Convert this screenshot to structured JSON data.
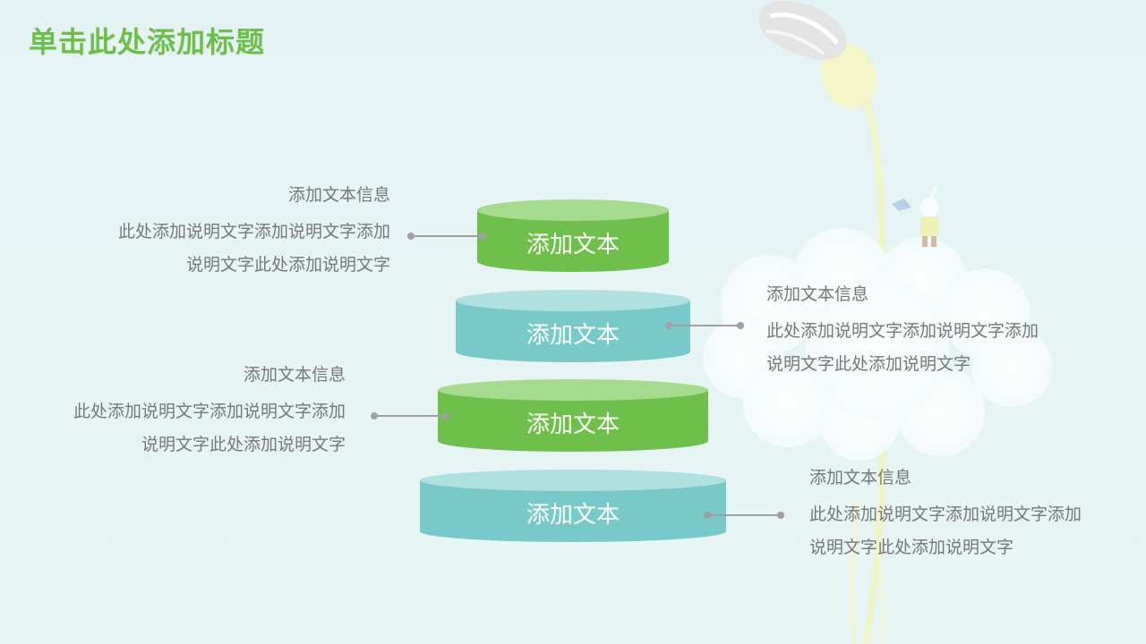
{
  "title": "单击此处添加标题",
  "colors": {
    "title": "#6cc04a",
    "green_body": "#6ec04a",
    "green_top": "#a6da8e",
    "teal_body": "#78c9c9",
    "teal_top": "#b0e0e0",
    "text": "#777777",
    "connector": "#a0a0a0"
  },
  "layers": [
    {
      "label": "添加文本",
      "style": "green"
    },
    {
      "label": "添加文本",
      "style": "teal"
    },
    {
      "label": "添加文本",
      "style": "green"
    },
    {
      "label": "添加文本",
      "style": "teal"
    }
  ],
  "infos": [
    {
      "heading": "添加文本信息",
      "line1": "此处添加说明文字添加说明文字添加",
      "line2": "说明文字此处添加说明文字"
    },
    {
      "heading": "添加文本信息",
      "line1": "此处添加说明文字添加说明文字添加",
      "line2": "说明文字此处添加说明文字"
    },
    {
      "heading": "添加文本信息",
      "line1": "此处添加说明文字添加说明文字添加",
      "line2": "说明文字此处添加说明文字"
    },
    {
      "heading": "添加文本信息",
      "line1": "此处添加说明文字添加说明文字添加",
      "line2": "说明文字此处添加说明文字"
    }
  ],
  "decorations": [
    "flower-bud-icon",
    "cloud-icon",
    "rabbit-icon",
    "stem-icon"
  ]
}
